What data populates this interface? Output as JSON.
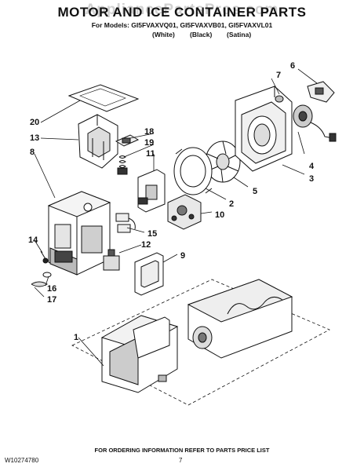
{
  "header": {
    "watermark": "AppliancePartsPros.com",
    "title": "MOTOR AND ICE CONTAINER PARTS",
    "models": "For Models: GI5FVAXVQ01, GI5FVAXVB01, GI5FVAXVL01",
    "colors": [
      "(White)",
      "(Black)",
      "(Satina)"
    ]
  },
  "callouts": [
    "1",
    "2",
    "3",
    "4",
    "5",
    "6",
    "7",
    "8",
    "9",
    "10",
    "11",
    "12",
    "13",
    "14",
    "15",
    "16",
    "17",
    "18",
    "19",
    "20"
  ],
  "footer": {
    "doc_number": "W10274780",
    "ordering_note": "FOR ORDERING INFORMATION REFER TO PARTS PRICE LIST",
    "page": "7"
  }
}
